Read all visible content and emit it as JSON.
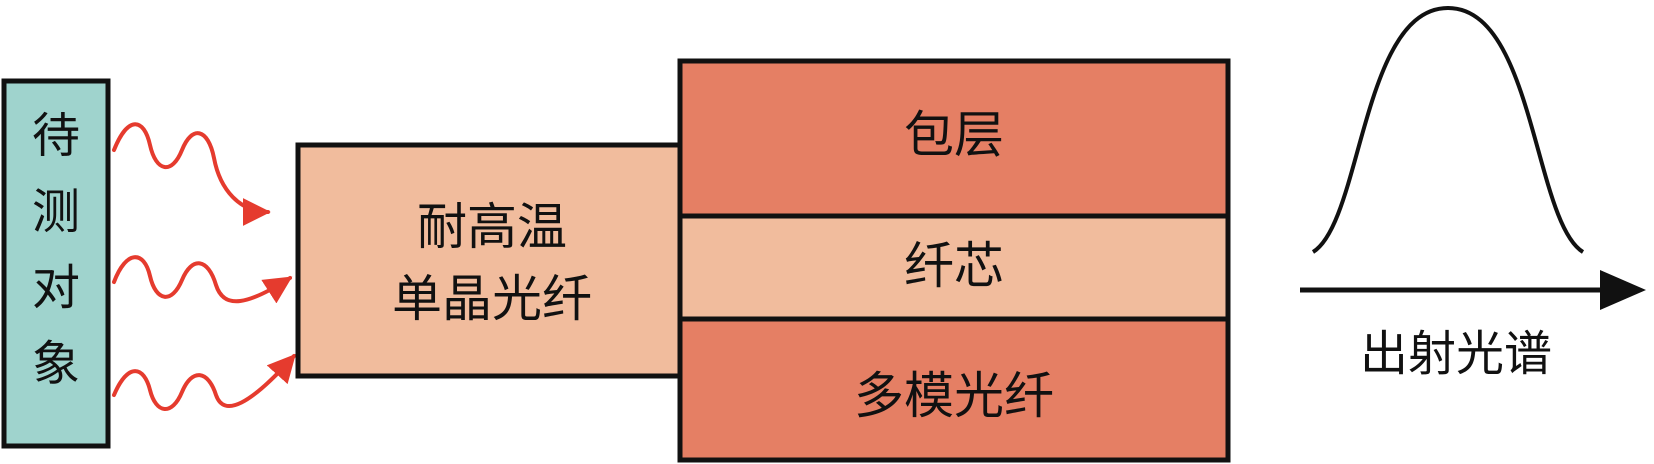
{
  "target": {
    "label_chars": [
      "待",
      "测",
      "对",
      "象"
    ],
    "color": "#9fd3cd"
  },
  "single_crystal_fiber": {
    "line1": "耐高温",
    "line2": "单晶光纤",
    "color": "#f1bc9d"
  },
  "multimode_fiber": {
    "cladding_label": "包层",
    "core_label": "纤芯",
    "name_label": "多模光纤",
    "cladding_color": "#e57f64",
    "core_color": "#f1bc9d"
  },
  "output_spectrum": {
    "label": "出射光谱"
  },
  "radiation": {
    "color": "#e53b2e",
    "count": 3
  }
}
